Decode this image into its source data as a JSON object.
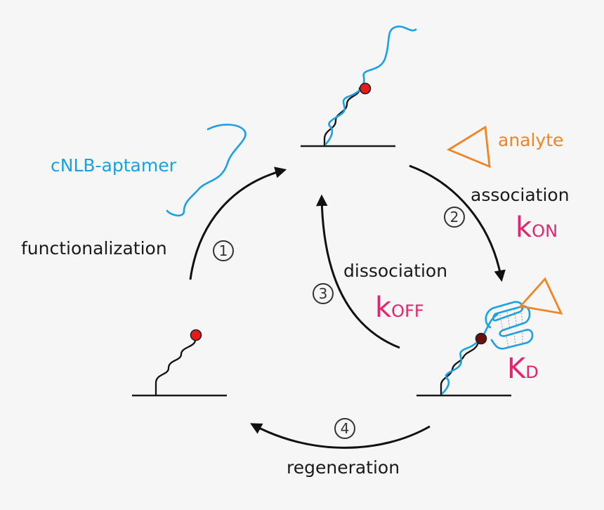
{
  "labels": {
    "aptamer": "cNLB-aptamer",
    "analyte": "analyte",
    "association": "association",
    "dissociation": "dissociation",
    "functionalization": "functionalization",
    "regeneration": "regeneration"
  },
  "rates": {
    "kon": {
      "main": "k",
      "sub": "ON"
    },
    "koff": {
      "main": "k",
      "sub": "OFF"
    },
    "kd": {
      "main": "K",
      "sub": "D"
    }
  },
  "steps": {
    "s1": "1",
    "s2": "2",
    "s3": "3",
    "s4": "4"
  },
  "colors": {
    "aptamer": "#1ba1e2",
    "analyte": "#f08522",
    "rate": "#e4246d",
    "dye": "#e51b1b",
    "dye_dark": "#6b1010",
    "line": "#1a1a1a",
    "background": "#f6f6f6"
  }
}
